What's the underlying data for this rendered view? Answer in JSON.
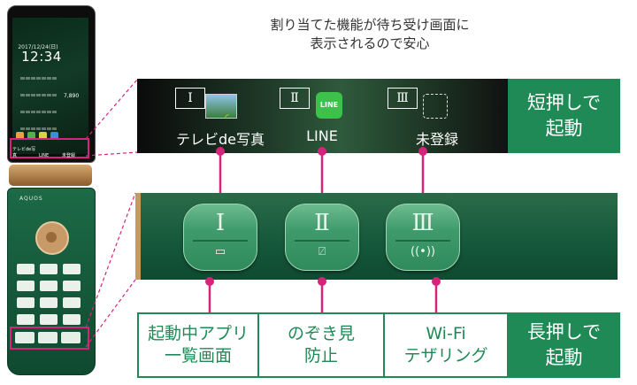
{
  "caption": "割り当てた機能が待ち受け画面に\n表示されるので安心",
  "phone": {
    "date": "2017/12/24(日)",
    "time": "12:34",
    "steps": "7,890",
    "brand": "AQUOS",
    "softkeys": [
      "テレビde写真",
      "LINE",
      "未登録"
    ]
  },
  "screen_slots": [
    {
      "roman": "Ⅰ",
      "label": "テレビde写真",
      "icon": "tv-photo-icon"
    },
    {
      "roman": "Ⅱ",
      "label": "LINE",
      "icon": "line-app-icon",
      "icon_text": "LINE"
    },
    {
      "roman": "Ⅲ",
      "label": "未登録",
      "icon": "empty-slot-icon"
    }
  ],
  "short_press_label": "短押しで\n起動",
  "keys": [
    {
      "roman": "Ⅰ",
      "icon": "running-apps-icon",
      "glyph": "▭"
    },
    {
      "roman": "Ⅱ",
      "icon": "peek-icon",
      "glyph": "⍁"
    },
    {
      "roman": "Ⅲ",
      "icon": "wifi-tethering-icon",
      "glyph": "((•))"
    }
  ],
  "long_press_items": [
    {
      "label": "起動中アプリ\n一覧画面"
    },
    {
      "label": "のぞき見\n防止"
    },
    {
      "label": "Wi-Fi\nテザリング"
    }
  ],
  "long_press_label": "長押しで\n起動",
  "colors": {
    "accent": "#1f8a56",
    "pink": "#d6247a",
    "dark": "#0a0a0a"
  }
}
